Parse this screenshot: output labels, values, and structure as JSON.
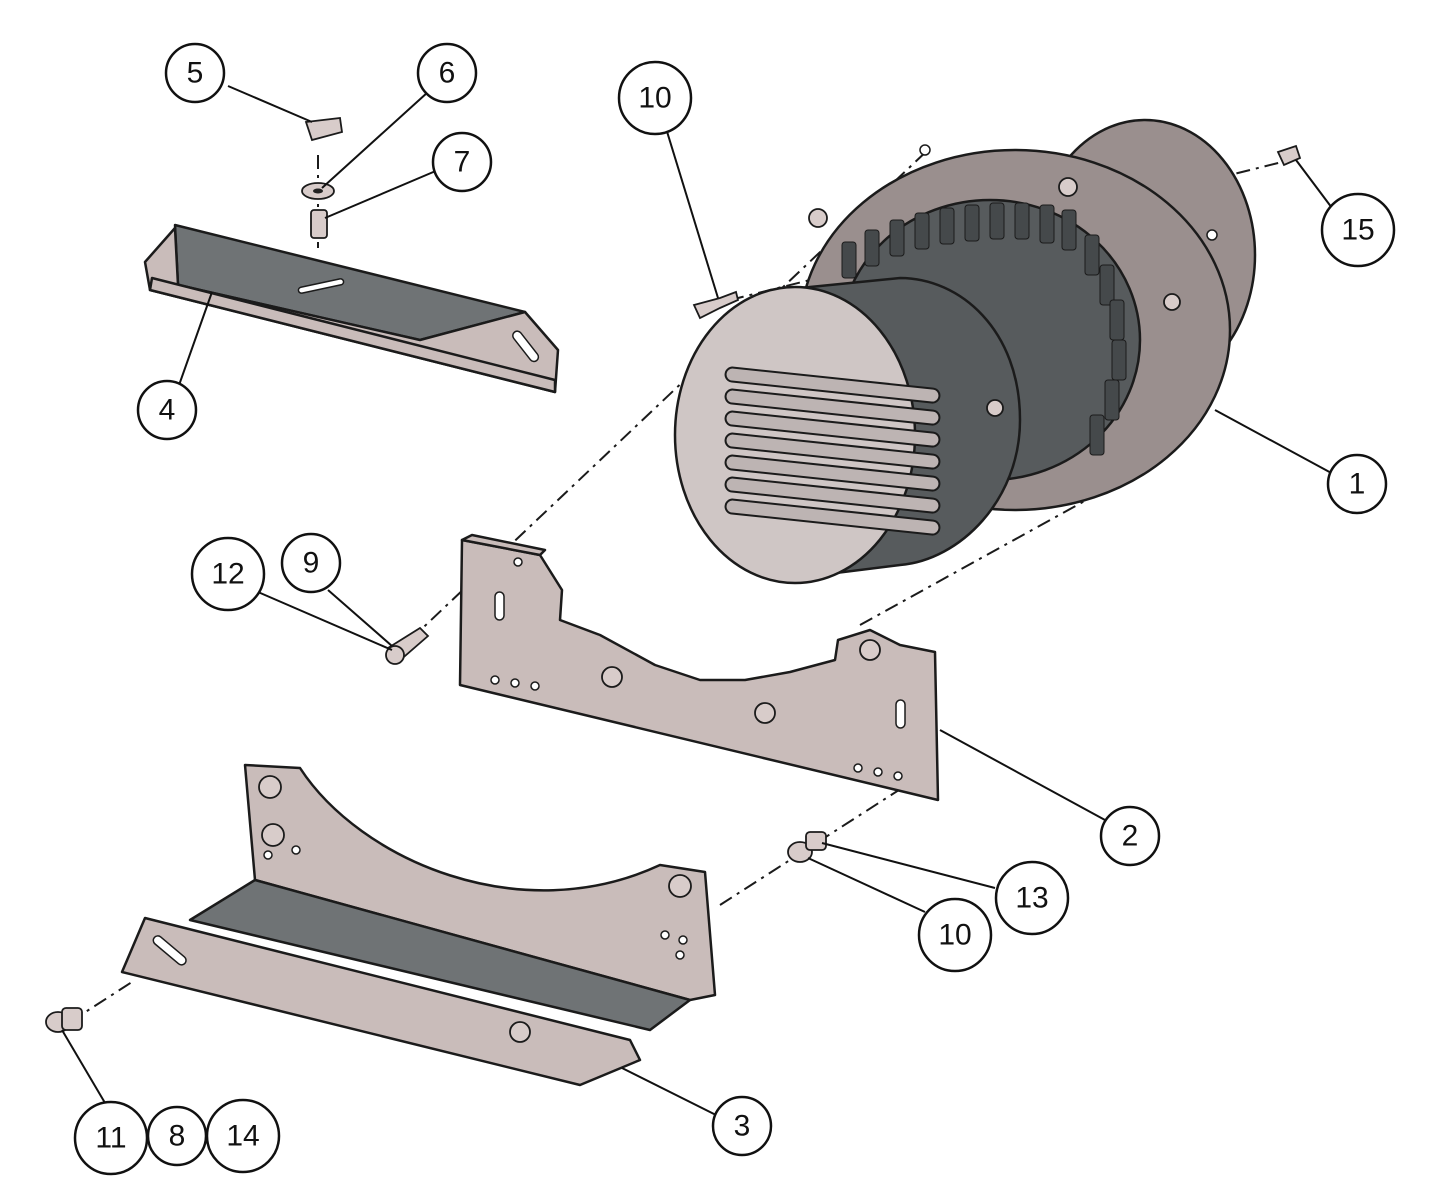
{
  "callouts": {
    "c1": "1",
    "c2": "2",
    "c3": "3",
    "c4": "4",
    "c5": "5",
    "c6": "6",
    "c7": "7",
    "c8": "8",
    "c9": "9",
    "c10a": "10",
    "c10b": "10",
    "c11": "11",
    "c12": "12",
    "c13": "13",
    "c14": "14",
    "c15": "15"
  },
  "colors": {
    "plate": "#c9bcba",
    "motor": "#575b5d",
    "outline": "#1b1b1b"
  }
}
